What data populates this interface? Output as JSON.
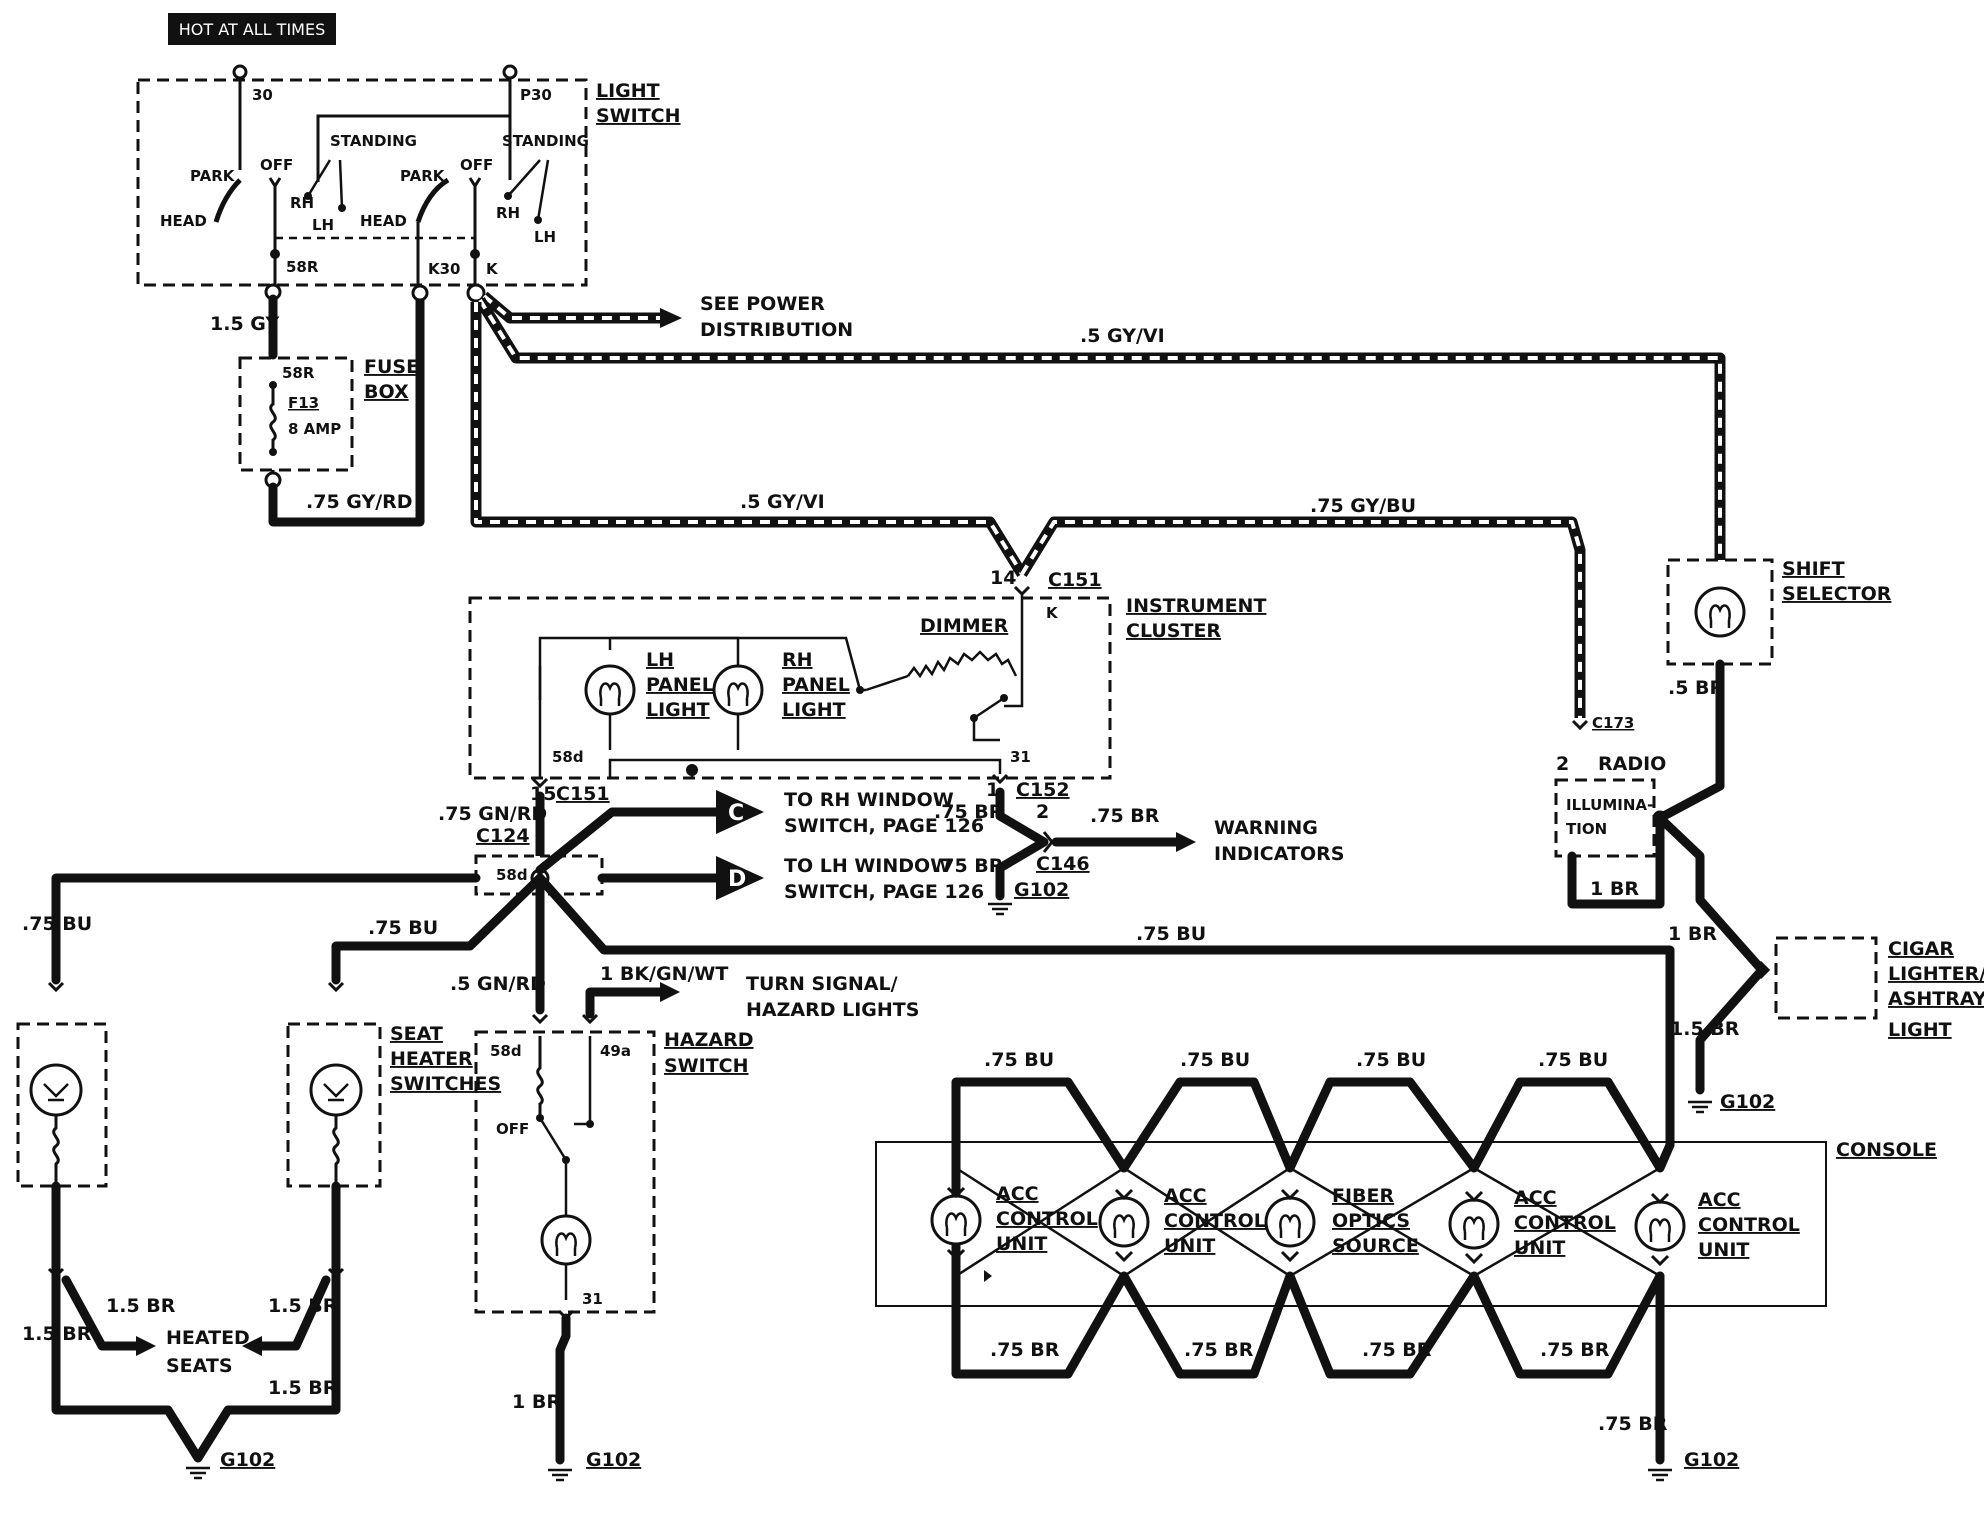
{
  "header": {
    "hot_label": "HOT AT ALL TIMES"
  },
  "light_switch": {
    "title_l1": "LIGHT",
    "title_l2": "SWITCH",
    "pin_30": "30",
    "pin_p30": "P30",
    "park_1": "PARK",
    "off_1": "OFF",
    "head_1": "HEAD",
    "standing_1": "STANDING",
    "rh_1": "RH",
    "lh_1": "LH",
    "park_2": "PARK",
    "off_2": "OFF",
    "head_2": "HEAD",
    "standing_2": "STANDING",
    "rh_2": "RH",
    "lh_2": "LH",
    "pin_58r": "58R",
    "pin_k30": "K30",
    "pin_k": "K"
  },
  "fuse_box": {
    "title_l1": "FUSE",
    "title_l2": "BOX",
    "pin_58r": "58R",
    "fuse_name": "F13",
    "fuse_rating": "8 AMP"
  },
  "wires": {
    "w_15gy": "1.5 GY",
    "w_75gyrd": ".75 GY/RD",
    "w_5gyvi_top": ".5 GY/VI",
    "w_5gyvi_mid": ".5 GY/VI",
    "w_75gybu": ".75 GY/BU",
    "w_5br_shift": ".5 BR",
    "w_1br_radio": "1 BR",
    "w_1br_right": "1 BR",
    "w_15br_right": "1.5 BR",
    "w_75gnrd": ".75 GN/RD",
    "w_75br_c152": ".75 BR",
    "w_75br_warn": ".75 BR",
    "w_75br_g102": ".75 BR",
    "w_75bu_left": ".75 BU",
    "w_75bu_seat": ".75 BU",
    "w_75bu_long": ".75 BU",
    "w_5gnrd": ".5 GN/RD",
    "w_1bkgnwt": "1 BK/GN/WT",
    "w_15br_left1": "1.5 BR",
    "w_15br_left2": "1.5 BR",
    "w_15br_seat1": "1.5 BR",
    "w_15br_seat2": "1.5 BR",
    "w_1br_hazard": "1 BR",
    "w_75br_console": ".75 BR",
    "console_top": [
      ".75 BU",
      ".75 BU",
      ".75 BU",
      ".75 BU"
    ],
    "console_bottom": [
      ".75 BR",
      ".75 BR",
      ".75 BR",
      ".75 BR"
    ]
  },
  "power": {
    "l1": "SEE POWER",
    "l2": "DISTRIBUTION"
  },
  "instrument_cluster": {
    "title_l1": "INSTRUMENT",
    "title_l2": "CLUSTER",
    "c151_top": "C151",
    "pin_14": "14",
    "pin_k": "K",
    "dimmer": "DIMMER",
    "lh_l1": "LH",
    "lh_l2": "PANEL",
    "lh_l3": "LIGHT",
    "rh_l1": "RH",
    "rh_l2": "PANEL",
    "rh_l3": "LIGHT",
    "pin_58d": "58d",
    "pin_31": "31"
  },
  "connectors": {
    "pin_15": "15",
    "c151_bottom": "C151",
    "c124": "C124",
    "pin_58d": "58d",
    "pin_1": "1",
    "c152": "C152",
    "pin_2": "2",
    "c146": "C146",
    "g102_mid": "G102",
    "c173": "C173"
  },
  "destinations": {
    "c_letter": "C",
    "rh_window_l1": "TO RH WINDOW",
    "rh_window_l2": "SWITCH, PAGE 126",
    "d_letter": "D",
    "lh_window_l1": "TO LH WINDOW",
    "lh_window_l2": "SWITCH, PAGE 126",
    "warning_l1": "WARNING",
    "warning_l2": "INDICATORS",
    "turn_l1": "TURN SIGNAL/",
    "turn_l2": "HAZARD LIGHTS"
  },
  "shift_selector": {
    "title_l1": "SHIFT",
    "title_l2": "SELECTOR"
  },
  "radio": {
    "pin_2": "2",
    "title": "RADIO",
    "illum_l1": "ILLUMINA-",
    "illum_l2": "TION"
  },
  "cigar": {
    "l1": "CIGAR",
    "l2": "LIGHTER/",
    "l3": "ASHTRAY",
    "l4": "LIGHT"
  },
  "seat": {
    "title_l1": "SEAT",
    "title_l2": "HEATER",
    "title_l3": "SWITCHES",
    "heated_l1": "HEATED",
    "heated_l2": "SEATS"
  },
  "hazard": {
    "title_l1": "HAZARD",
    "title_l2": "SWITCH",
    "pin_58d": "58d",
    "pin_49a": "49a",
    "off": "OFF",
    "pin_31": "31"
  },
  "console": {
    "title": "CONSOLE",
    "lamps": [
      {
        "l1": "ACC",
        "l2": "CONTROL",
        "l3": "UNIT"
      },
      {
        "l1": "ACC",
        "l2": "CONTROL",
        "l3": "UNIT"
      },
      {
        "l1": "FIBER",
        "l2": "OPTICS",
        "l3": "SOURCE"
      },
      {
        "l1": "ACC",
        "l2": "CONTROL",
        "l3": "UNIT"
      },
      {
        "l1": "ACC",
        "l2": "CONTROL",
        "l3": "UNIT"
      }
    ]
  },
  "grounds": {
    "g1": "G102",
    "g2": "G102",
    "g3": "G102",
    "g4": "G102"
  }
}
